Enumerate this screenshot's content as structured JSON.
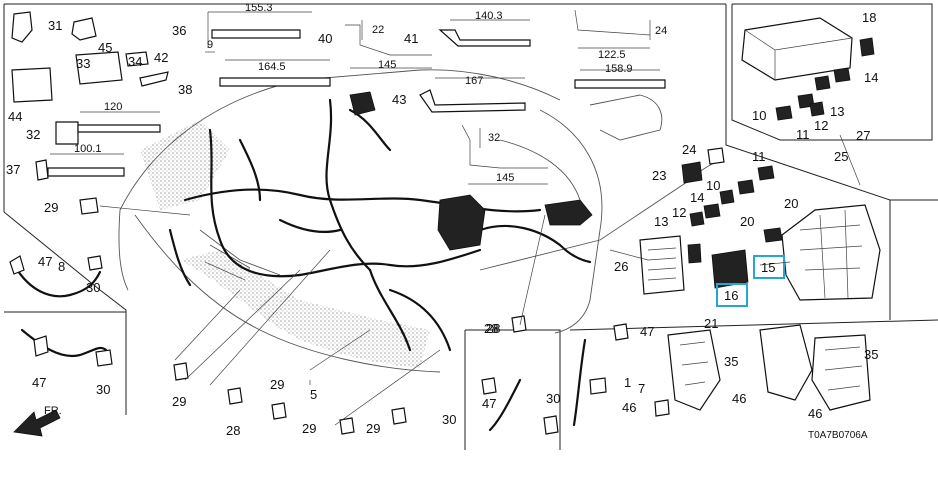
{
  "diagram": {
    "code": "T0A7B0706A",
    "front_label": "FR.",
    "dimensions": [
      "155.3",
      "22",
      "140.3",
      "24",
      "122.5",
      "9",
      "164.5",
      "145",
      "167",
      "158.9",
      "120",
      "32",
      "100.1",
      "145"
    ],
    "callouts": [
      "31",
      "33",
      "45",
      "34",
      "42",
      "36",
      "40",
      "41",
      "44",
      "38",
      "43",
      "32",
      "37",
      "29",
      "47",
      "8",
      "30",
      "47",
      "30",
      "29",
      "28",
      "29",
      "5",
      "30",
      "29",
      "28",
      "47",
      "30",
      "46",
      "7",
      "1",
      "35",
      "46",
      "21",
      "24",
      "23",
      "11",
      "10",
      "14",
      "12",
      "13",
      "20",
      "20",
      "26",
      "15",
      "16",
      "18",
      "14",
      "10",
      "11",
      "12",
      "13",
      "27",
      "25",
      "35",
      "46",
      "28",
      "47",
      "29"
    ],
    "highlighted": [
      "15",
      "16"
    ]
  }
}
